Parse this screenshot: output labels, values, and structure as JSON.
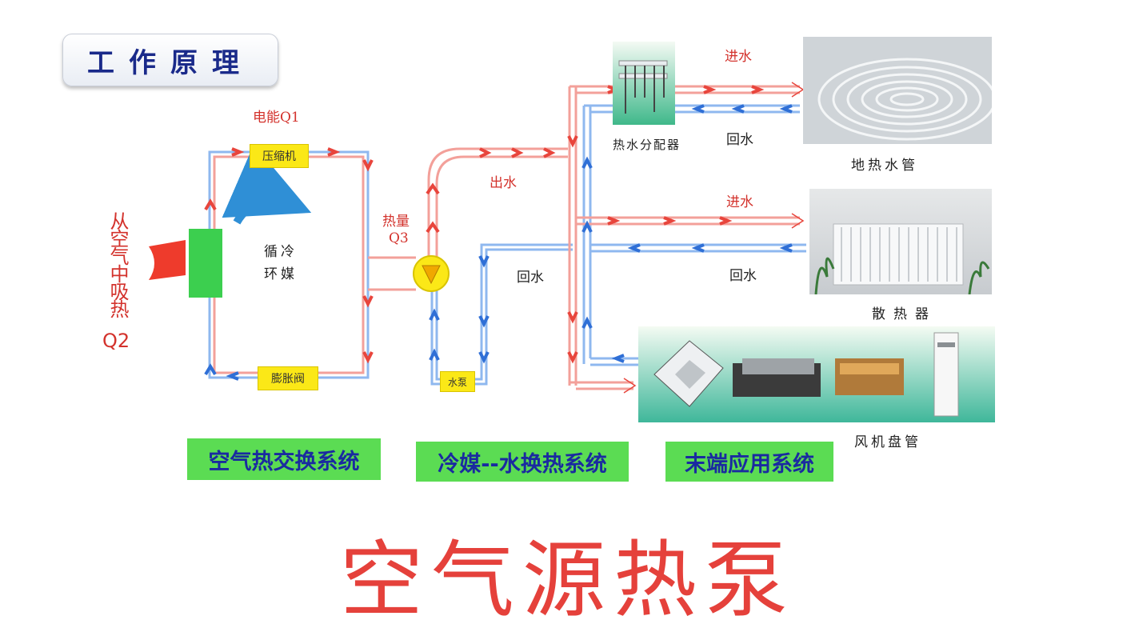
{
  "title": "工作原理",
  "main_title": "空气源热泵",
  "labels": {
    "electric_q1": "电能Q1",
    "compressor": "压缩机",
    "expansion_valve": "膨胀阀",
    "refrigerant_cycle_line1": "循冷",
    "refrigerant_cycle_line2": "环媒",
    "absorb_heat": "从空气中吸热",
    "q2": "Q2",
    "heat_q3_line1": "热量",
    "heat_q3_line2": "Q3",
    "water_pump": "水泵",
    "outlet_water": "出水",
    "return_water_left": "回水",
    "inlet_water_top": "进水",
    "return_water_top": "回水",
    "inlet_water_mid": "进水",
    "return_water_mid": "回水",
    "hot_water_distributor": "热水分配器",
    "floor_heating_pipe": "地热水管",
    "radiator": "散热器",
    "fan_coil": "风机盘管"
  },
  "systems": {
    "air_heat_exchange": "空气热交换系统",
    "refrigerant_water": "冷媒--水换热系统",
    "terminal": "末端应用系统"
  },
  "colors": {
    "hot_pipe": "#e8453c",
    "cold_pipe": "#2f6fd6",
    "label_yellow": "#fbe817",
    "system_green": "#5bdc53",
    "evaporator_green": "#3ccf4f"
  }
}
